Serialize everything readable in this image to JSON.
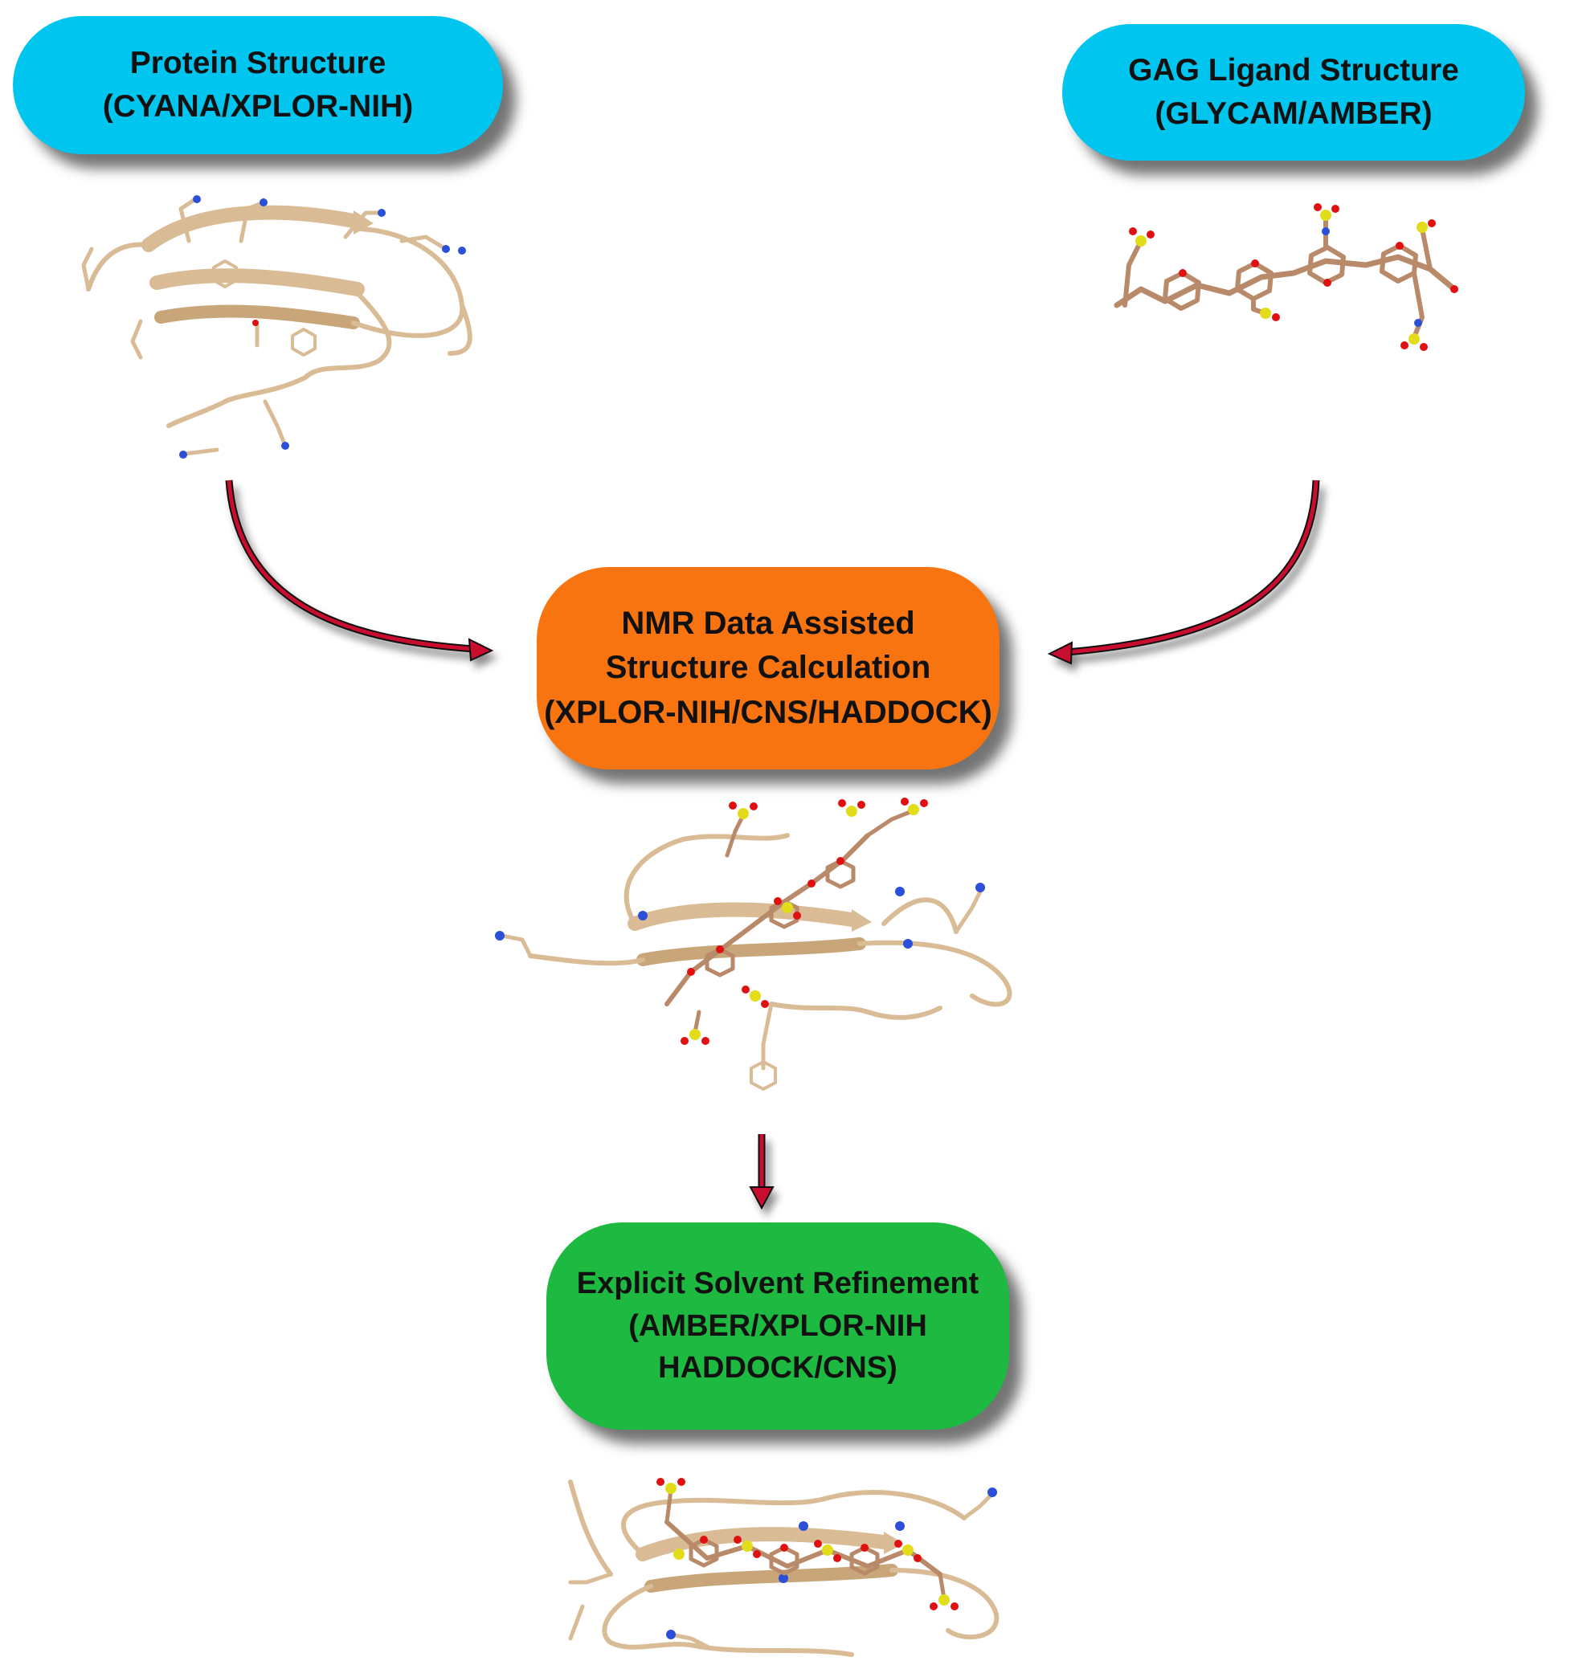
{
  "boxes": {
    "protein": {
      "line1": "Protein Structure",
      "line2": "(CYANA/XPLOR-NIH)"
    },
    "gag": {
      "line1": "GAG Ligand Structure",
      "line2": "(GLYCAM/AMBER)"
    },
    "nmr": {
      "line1": "NMR Data Assisted",
      "line2": "Structure Calculation",
      "line3": "(XPLOR-NIH/CNS/HADDOCK)"
    },
    "refine": {
      "line1": "Explicit Solvent Refinement",
      "line2": "(AMBER/XPLOR-NIH",
      "line3": "HADDOCK/CNS)"
    }
  },
  "colors": {
    "input_box": "#00c6ef",
    "calculation_box": "#f87410",
    "refinement_box": "#1db940",
    "arrow": "#c8102e",
    "ribbon": "#d9bc96",
    "oxygen": "#e01010",
    "sulfur": "#e2dc1a",
    "nitrogen": "#2b4fd6"
  },
  "icons": [
    "protein-ribbon",
    "gag-ligand-sticks",
    "protein-gag-complex",
    "refined-complex"
  ]
}
